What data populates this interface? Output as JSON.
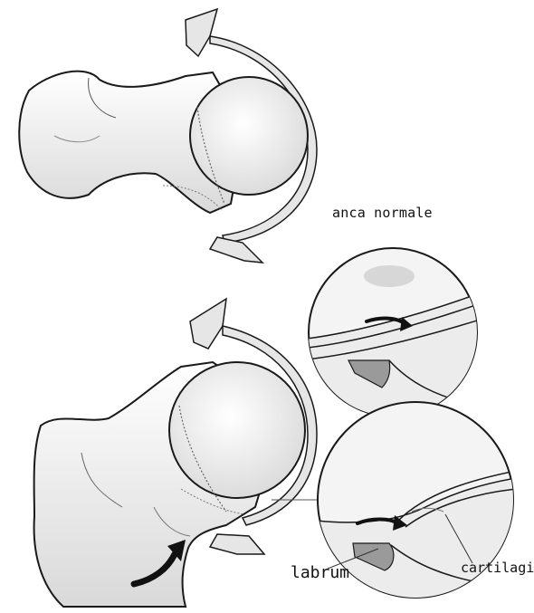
{
  "labels": {
    "normal_hip": "anca normale",
    "labrum": "labrum",
    "cartilage": "cartilagin"
  },
  "icons": [
    "femur-top-icon",
    "femur-bottom-icon",
    "zoom-normal-icon",
    "zoom-impingement-icon",
    "motion-arrow-icon"
  ],
  "colors": {
    "bone": "#f2f2f2",
    "shade": "#dcdcdc",
    "labrum": "#9a9a9a",
    "ink": "#1a1a1a"
  }
}
